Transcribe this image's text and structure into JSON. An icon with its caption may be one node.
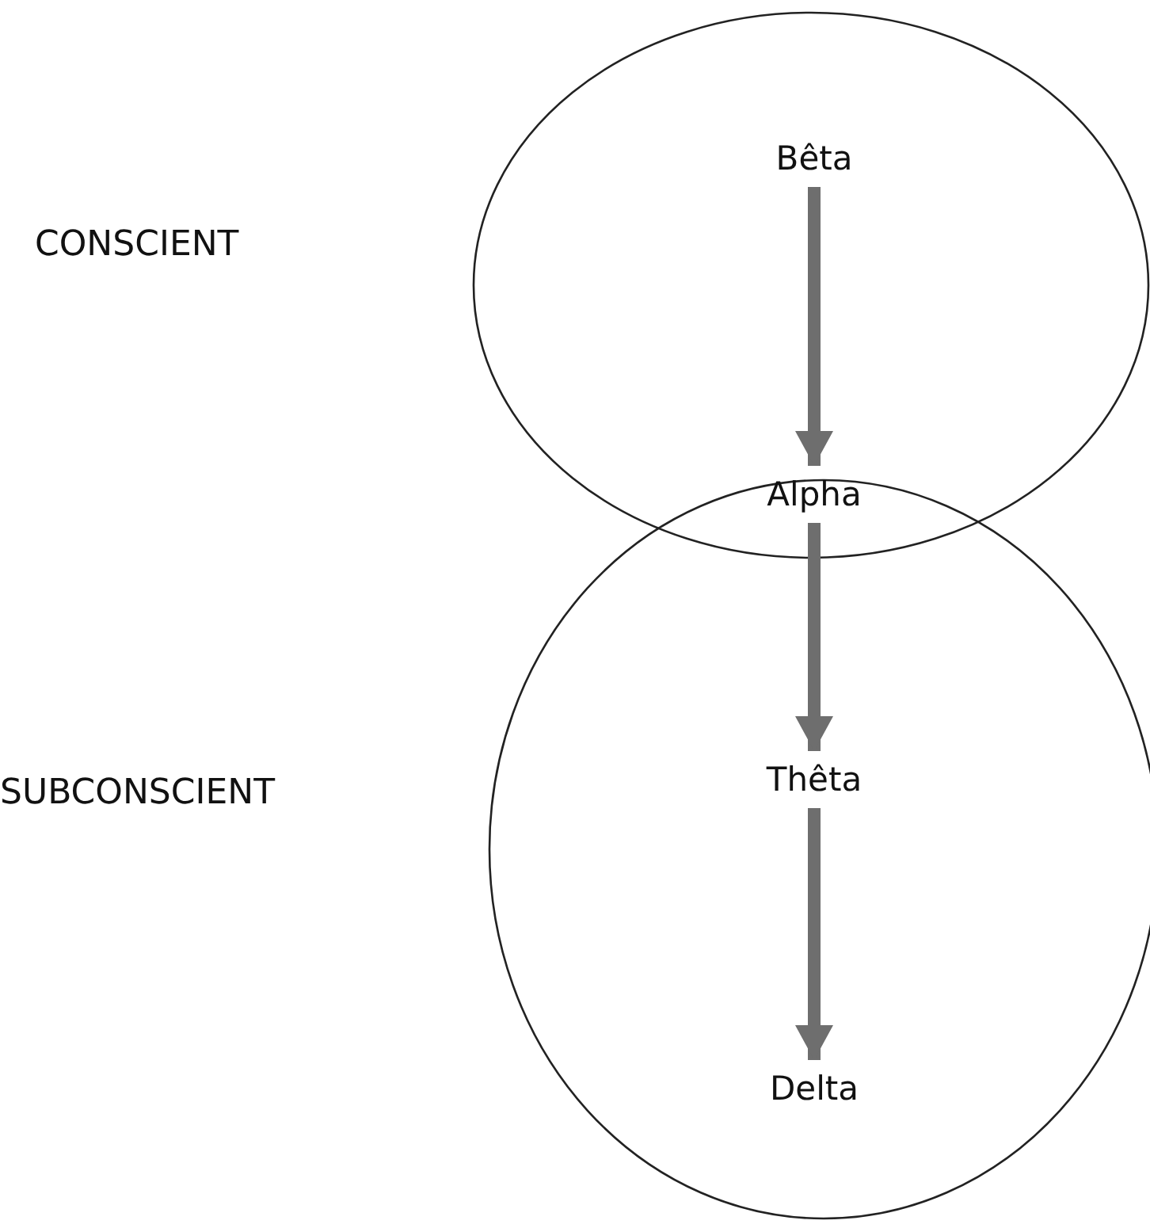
{
  "diagram": {
    "nodes": [
      {
        "text": [],
        "shape": "ellipse"
      },
      {
        "text": [
          "Bêta"
        ],
        "in": 0
      },
      {
        "text": [
          "Alpha"
        ]
      },
      {
        "text": [],
        "shape": "ellipse"
      },
      {
        "text": [
          "Thêta"
        ],
        "in": 3
      },
      {
        "text": [
          "Delta"
        ],
        "in": 3
      }
    ],
    "edges": [
      {
        "from": 1,
        "to": 2,
        "arrow": "to"
      },
      {
        "from": 2,
        "to": 4,
        "arrow": "to"
      },
      {
        "from": 4,
        "to": 5,
        "arrow": "to"
      }
    ],
    "labels": [
      "CONSCIENT",
      "SUBCONSCIENT"
    ]
  }
}
